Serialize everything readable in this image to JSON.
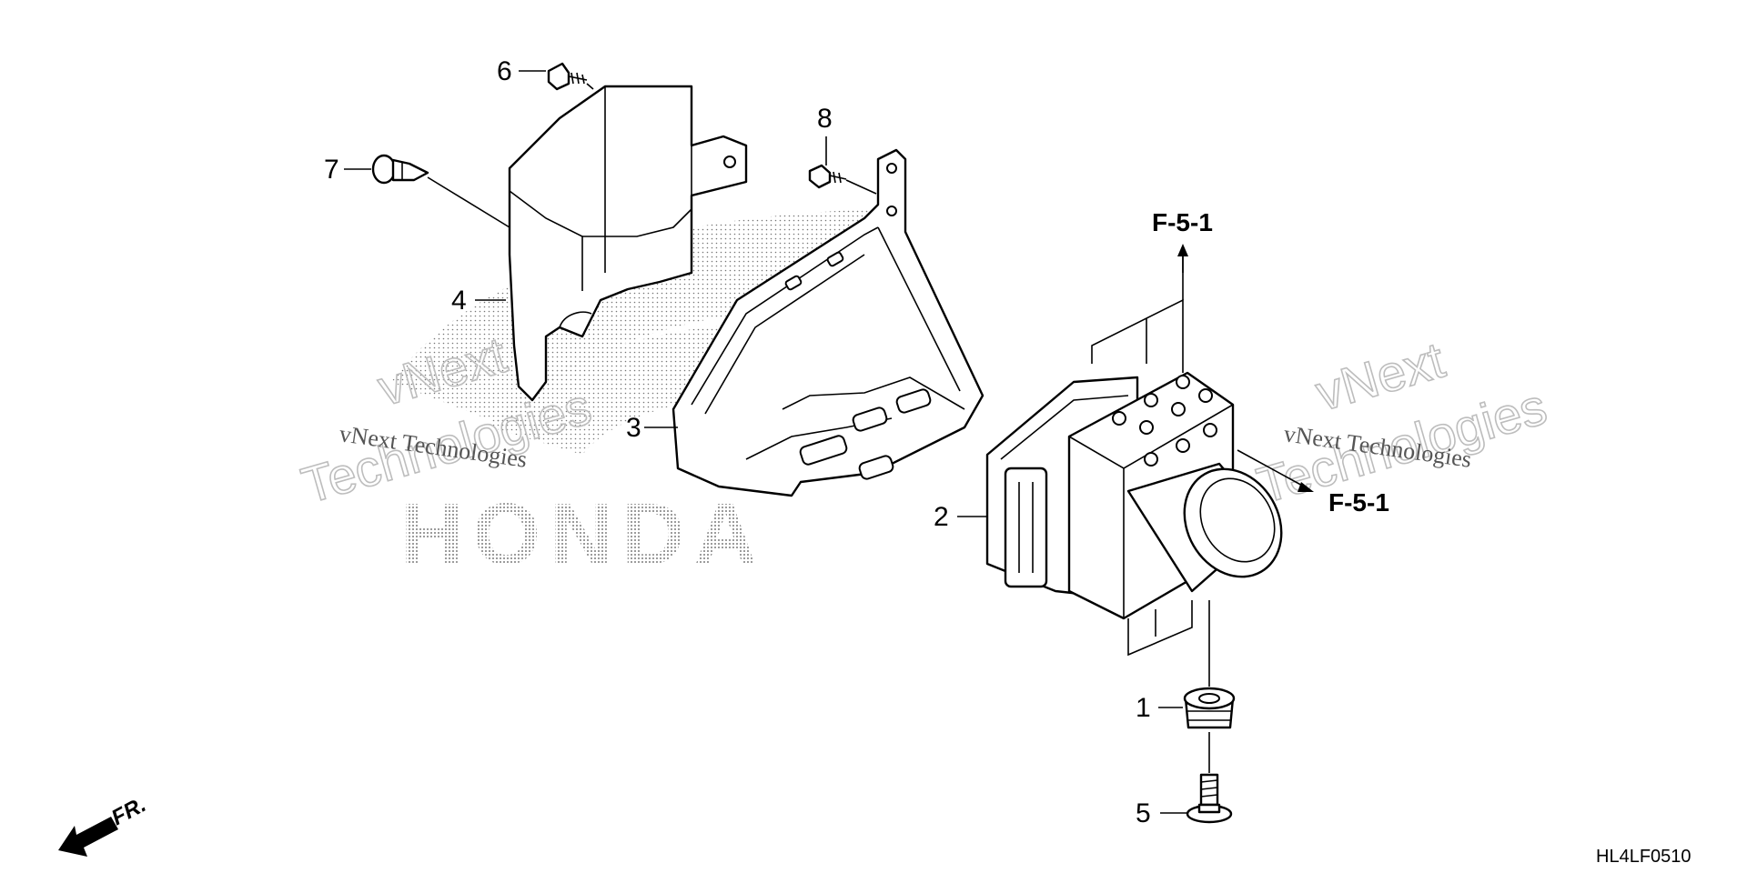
{
  "diagram": {
    "callouts": [
      "1",
      "2",
      "3",
      "4",
      "5",
      "6",
      "7",
      "8"
    ],
    "references": [
      "F-5-1",
      "F-5-1"
    ],
    "front_label": "FR.",
    "diagram_code": "HL4LF0510",
    "watermark_small": [
      "vNext Technologies",
      "vNext Technologies"
    ],
    "watermark_big": [
      "vNext",
      "Technologies",
      "vNext",
      "Technologies"
    ],
    "logo_text": "HONDA"
  }
}
